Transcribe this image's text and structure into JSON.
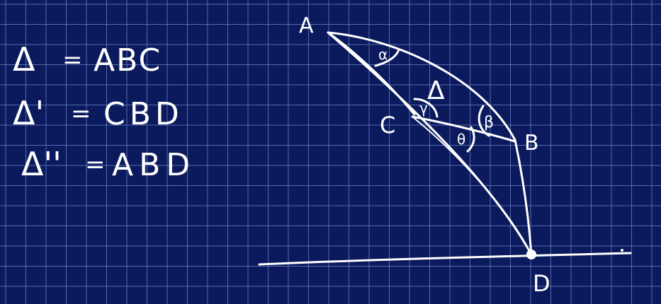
{
  "colors": {
    "background": "#0a1a5c",
    "grid": "#6f86c8",
    "ink": "#ffffff"
  },
  "definitions": [
    {
      "lhs": "Δ",
      "rhs": "ABC"
    },
    {
      "lhs": "Δ'",
      "rhs": "CBD"
    },
    {
      "lhs": "Δ''",
      "rhs": "ABD"
    }
  ],
  "points": {
    "A": "A",
    "B": "B",
    "C": "C",
    "D": "D"
  },
  "angles": {
    "alpha": "α",
    "beta": "β",
    "gamma": "γ",
    "theta": "θ"
  },
  "triangle_label": "Δ"
}
